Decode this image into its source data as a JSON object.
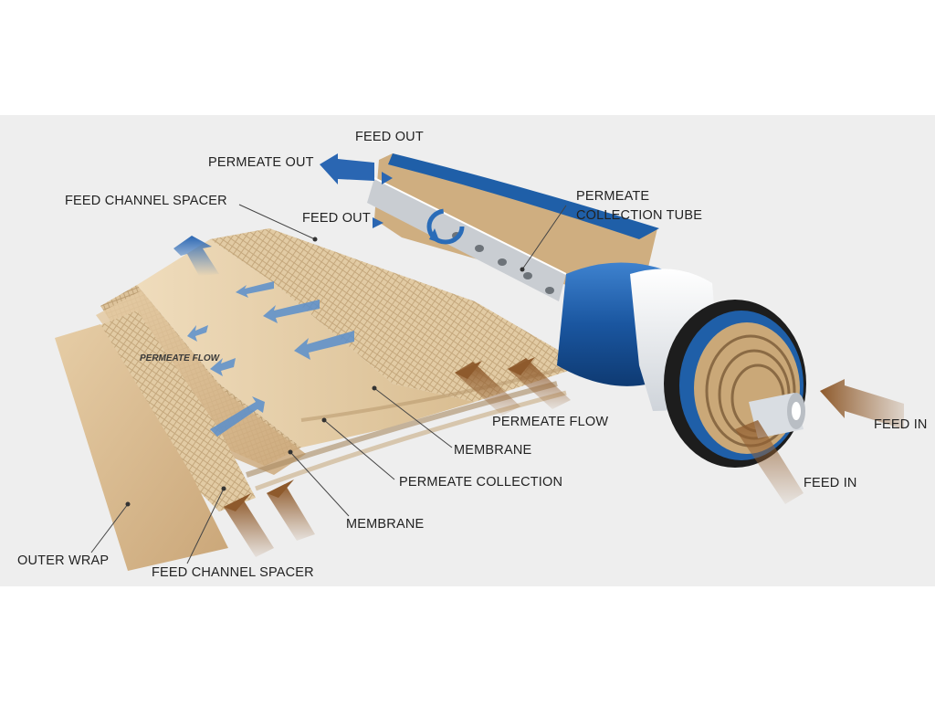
{
  "labels": {
    "feed_out_top": "FEED OUT",
    "permeate_out": "PERMEATE OUT",
    "feed_channel_spacer_top": "FEED CHANNEL SPACER",
    "feed_out_mid": "FEED OUT",
    "permeate_collection_tube_line1": "PERMEATE",
    "permeate_collection_tube_line2": "COLLECTION TUBE",
    "permeate_flow_sheet": "PERMEATE FLOW",
    "permeate_flow": "PERMEATE FLOW",
    "membrane_upper": "MEMBRANE",
    "permeate_collection": "PERMEATE COLLECTION",
    "membrane_lower": "MEMBRANE",
    "outer_wrap": "OUTER WRAP",
    "feed_channel_spacer_bottom": "FEED CHANNEL SPACER",
    "feed_in_right": "FEED IN",
    "feed_in_bottom": "FEED IN"
  },
  "colors": {
    "band_background": "#eeeeee",
    "tube_blue": "#1f5fa8",
    "sheet_tan": "#d8b88c",
    "arrow_blue": "#3a78c0",
    "arrow_brown": "#9c6a3c"
  }
}
